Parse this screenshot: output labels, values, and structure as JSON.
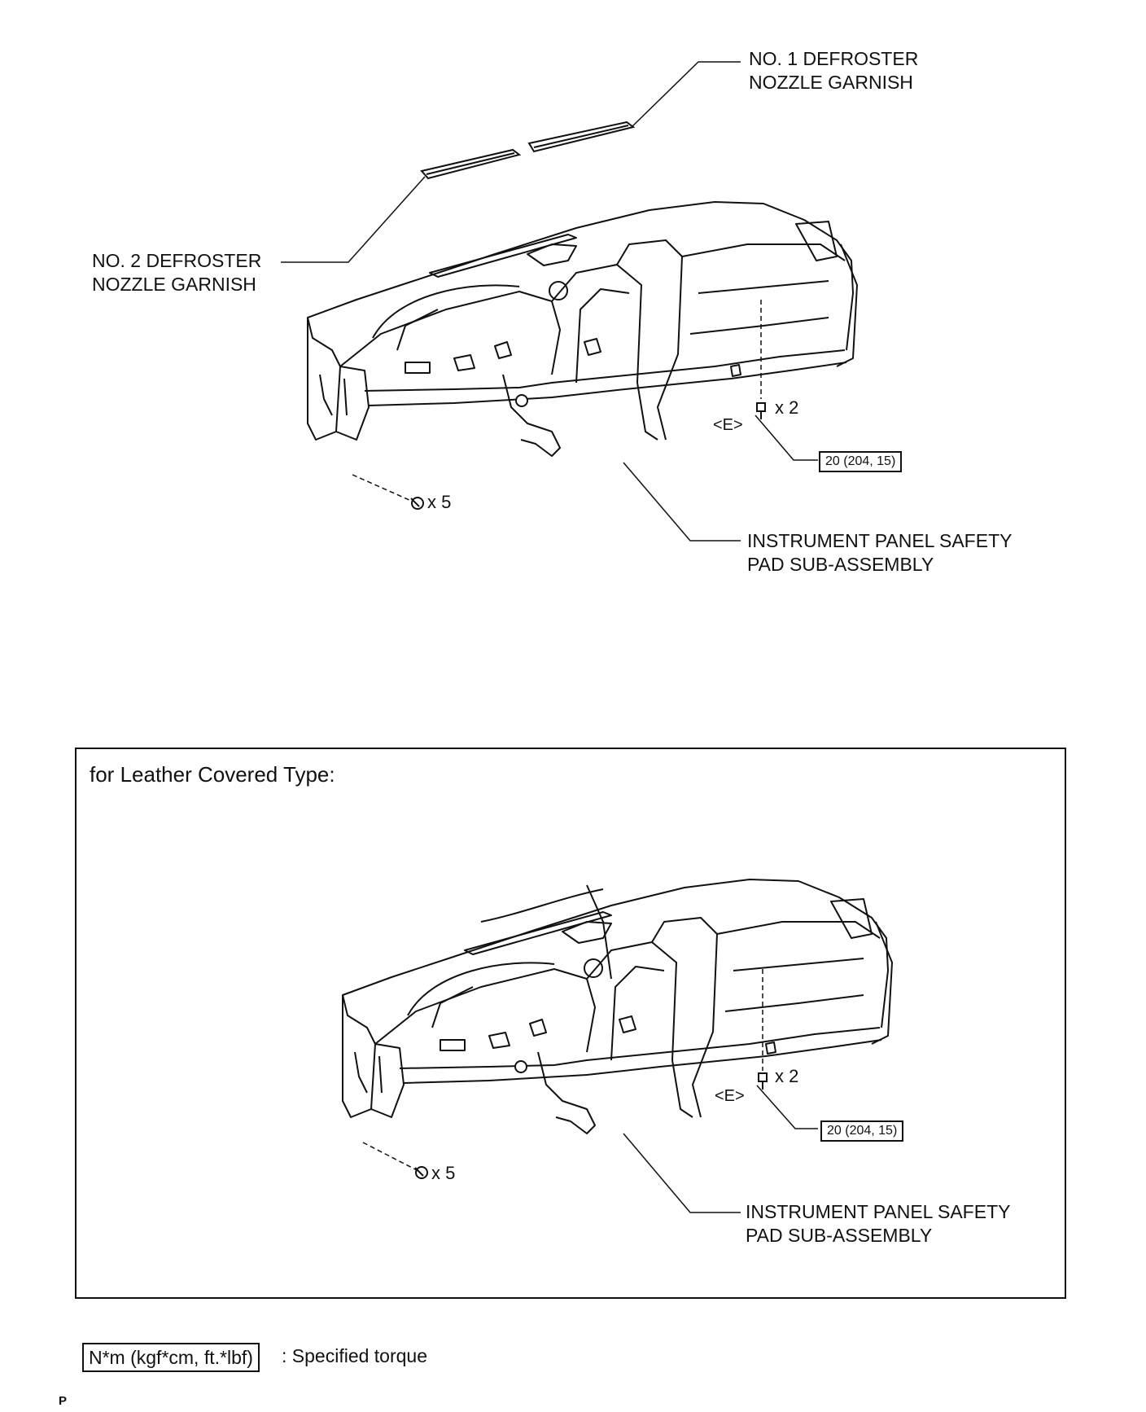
{
  "top_diagram": {
    "no1_garnish_label_line1": "NO. 1 DEFROSTER",
    "no1_garnish_label_line2": "NOZZLE GARNISH",
    "no2_garnish_label_line1": "NO. 2 DEFROSTER",
    "no2_garnish_label_line2": "NOZZLE GARNISH",
    "pad_label_line1": "INSTRUMENT PANEL SAFETY",
    "pad_label_line2": "PAD SUB-ASSEMBLY",
    "bolt_quantity_right": "x 2",
    "bolt_quantity_left": "x 5",
    "bolt_type_tag": "<E>",
    "torque_value": "20 (204, 15)"
  },
  "leather_panel": {
    "title": "for Leather Covered Type:",
    "pad_label_line1": "INSTRUMENT PANEL SAFETY",
    "pad_label_line2": "PAD SUB-ASSEMBLY",
    "bolt_quantity_right": "x 2",
    "bolt_quantity_left": "x 5",
    "bolt_type_tag": "<E>",
    "torque_value": "20 (204, 15)"
  },
  "legend": {
    "unit_box": "N*m (kgf*cm, ft.*lbf)",
    "description": ": Specified torque"
  },
  "page_mark": "P"
}
